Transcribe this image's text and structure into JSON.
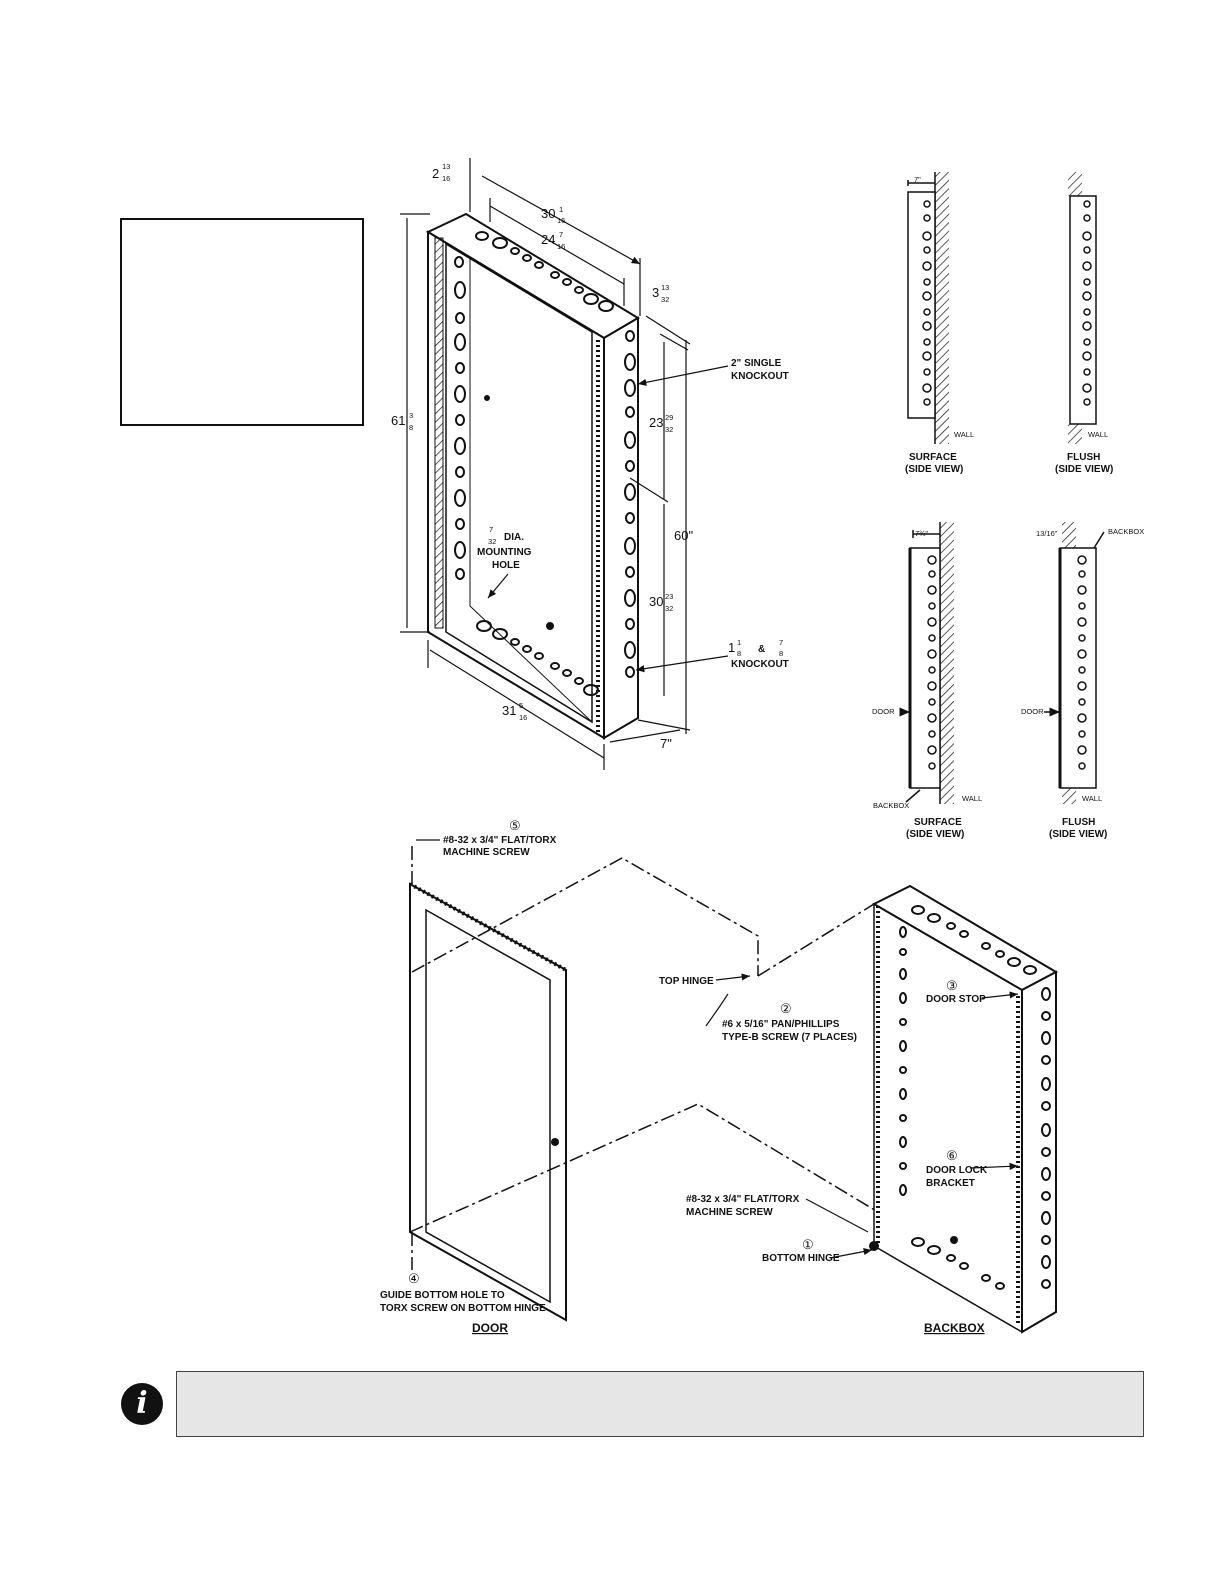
{
  "dimensions": {
    "d_2_13_16": {
      "whole": "2",
      "num": "13",
      "den": "16"
    },
    "d_30_1_16": {
      "whole": "30",
      "num": "1",
      "den": "16"
    },
    "d_24_7_16": {
      "whole": "24",
      "num": "7",
      "den": "16"
    },
    "d_3_13_32": {
      "whole": "3",
      "num": "13",
      "den": "32"
    },
    "d_61_3_8": {
      "whole": "61",
      "num": "3",
      "den": "8"
    },
    "d_23_29_32": {
      "whole": "23",
      "num": "29",
      "den": "32"
    },
    "d_60": "60\"",
    "d_30_23_32": {
      "whole": "30",
      "num": "23",
      "den": "32"
    },
    "d_31_5_16": {
      "whole": "31",
      "num": "5",
      "den": "16"
    },
    "d_7": "7\"",
    "mount_hole_frac": {
      "num": "7",
      "den": "32"
    },
    "knock_small": {
      "whole": "1",
      "num": "1",
      "den": "8",
      "num2": "7",
      "den2": "8"
    }
  },
  "labels": {
    "single_knockout": [
      "2\" SINGLE",
      "KNOCKOUT"
    ],
    "mounting_hole": [
      "DIA.",
      "MOUNTING",
      "HOLE"
    ],
    "knockout_amp": "&",
    "knockout": "KNOCKOUT",
    "wall": "WALL",
    "surface_side": [
      "SURFACE",
      "(SIDE VIEW)"
    ],
    "flush_side": [
      "FLUSH",
      "(SIDE VIEW)"
    ],
    "dim_7": "7\"",
    "dim_7_3_4": "7¾\"",
    "dim_13_16": "13/16\"",
    "backbox": "BACKBOX",
    "door": "DOOR",
    "item5": [
      "#8-32 x 3/4\" FLAT/TORX",
      "MACHINE SCREW"
    ],
    "top_hinge": "TOP HINGE",
    "item2": [
      "#6 x 5/16\" PAN/PHILLIPS",
      "TYPE-B SCREW (7 PLACES)"
    ],
    "item3": "DOOR STOP",
    "item6": [
      "DOOR LOCK",
      "BRACKET"
    ],
    "item_screw": [
      "#8-32 x 3/4\" FLAT/TORX",
      "MACHINE SCREW"
    ],
    "item1": "BOTTOM HINGE",
    "item4": [
      "GUIDE BOTTOM HOLE TO",
      "TORX SCREW ON BOTTOM HINGE"
    ],
    "door_title": "DOOR",
    "backbox_title": "BACKBOX",
    "nums": {
      "n1": "①",
      "n2": "②",
      "n3": "③",
      "n4": "④",
      "n5": "⑤",
      "n6": "⑥"
    }
  },
  "info_icon_glyph": "i"
}
